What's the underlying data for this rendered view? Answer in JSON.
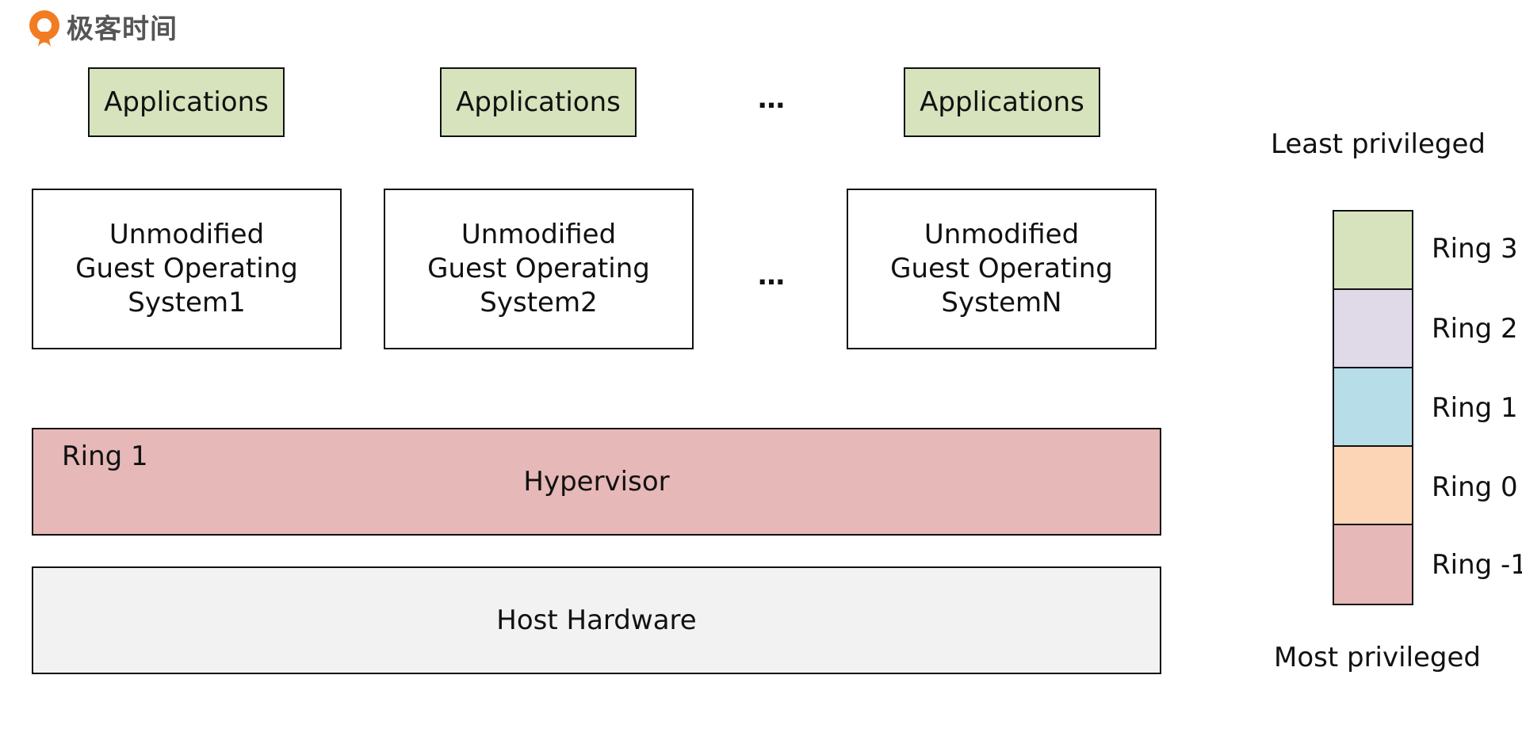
{
  "logo": {
    "text": "极客时间",
    "icon": "geektime-logo-icon",
    "color": "#f27c22"
  },
  "applications": [
    {
      "label": "Applications"
    },
    {
      "label": "Applications"
    },
    {
      "label": "Applications"
    }
  ],
  "guests": [
    {
      "line1": "Unmodified",
      "line2": "Guest Operating",
      "line3": "System1"
    },
    {
      "line1": "Unmodified",
      "line2": "Guest Operating",
      "line3": "System2"
    },
    {
      "line1": "Unmodified",
      "line2": "Guest Operating",
      "line3": "SystemN"
    }
  ],
  "ellipsis": "…",
  "hypervisor": {
    "ring_label": "Ring 1",
    "label": "Hypervisor",
    "color": "#e6b8b7"
  },
  "hardware": {
    "label": "Host Hardware",
    "color": "#f2f2f2"
  },
  "legend": {
    "top_label": "Least privileged",
    "bottom_label": "Most privileged",
    "rings": [
      {
        "label": "Ring 3",
        "color": "#d6e3bc"
      },
      {
        "label": "Ring 2",
        "color": "#dfd9e8"
      },
      {
        "label": "Ring 1",
        "color": "#b7dde8"
      },
      {
        "label": "Ring 0",
        "color": "#fbd5b5"
      },
      {
        "label": "Ring -1",
        "color": "#e6b8b7"
      }
    ]
  }
}
